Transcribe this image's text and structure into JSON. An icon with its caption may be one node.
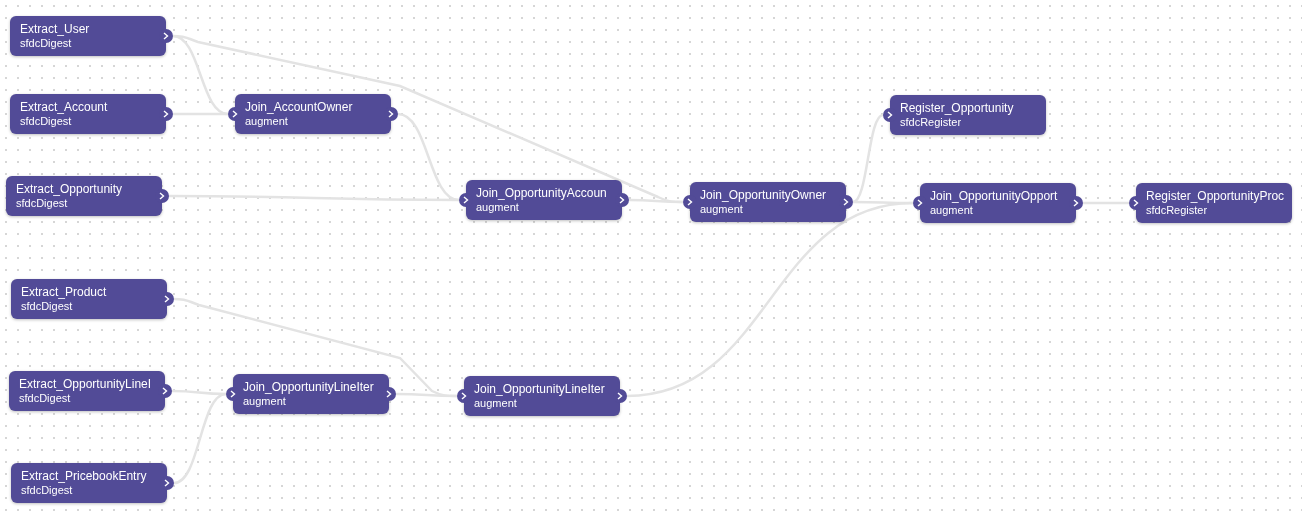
{
  "diagram": {
    "nodes": [
      {
        "text": [
          "Extract_User",
          "sfdcDigest"
        ]
      },
      {
        "text": [
          "Extract_Account",
          "sfdcDigest"
        ]
      },
      {
        "text": [
          "Extract_Opportunity",
          "sfdcDigest"
        ]
      },
      {
        "text": [
          "Extract_Product",
          "sfdcDigest"
        ]
      },
      {
        "text": [
          "Extract_OpportunityLineI",
          "sfdcDigest"
        ]
      },
      {
        "text": [
          "Extract_PricebookEntry",
          "sfdcDigest"
        ]
      },
      {
        "text": [
          "Join_AccountOwner",
          "augment"
        ]
      },
      {
        "text": [
          "Join_OpportunityLineIter",
          "augment"
        ]
      },
      {
        "text": [
          "Join_OpportunityAccoun",
          "augment"
        ]
      },
      {
        "text": [
          "Join_OpportunityLineIter",
          "augment"
        ]
      },
      {
        "text": [
          "Join_OpportunityOwner",
          "augment"
        ]
      },
      {
        "text": [
          "Register_Opportunity",
          "sfdcRegister"
        ]
      },
      {
        "text": [
          "Join_OpportunityOpport",
          "augment"
        ]
      },
      {
        "text": [
          "Register_OpportunityProc",
          "sfdcRegister"
        ]
      }
    ],
    "edges": [
      {
        "from": 0,
        "to": 6,
        "arrow": "none"
      },
      {
        "from": 0,
        "to": 10,
        "arrow": "none"
      },
      {
        "from": 1,
        "to": 6,
        "arrow": "none"
      },
      {
        "from": 6,
        "to": 8,
        "arrow": "none"
      },
      {
        "from": 2,
        "to": 8,
        "arrow": "none"
      },
      {
        "from": 8,
        "to": 10,
        "arrow": "none"
      },
      {
        "from": 3,
        "to": 9,
        "arrow": "none"
      },
      {
        "from": 4,
        "to": 7,
        "arrow": "none"
      },
      {
        "from": 5,
        "to": 7,
        "arrow": "none"
      },
      {
        "from": 7,
        "to": 9,
        "arrow": "none"
      },
      {
        "from": 10,
        "to": 11,
        "arrow": "none"
      },
      {
        "from": 10,
        "to": 12,
        "arrow": "none"
      },
      {
        "from": 9,
        "to": 12,
        "arrow": "none"
      },
      {
        "from": 12,
        "to": 13,
        "arrow": "none"
      }
    ]
  }
}
